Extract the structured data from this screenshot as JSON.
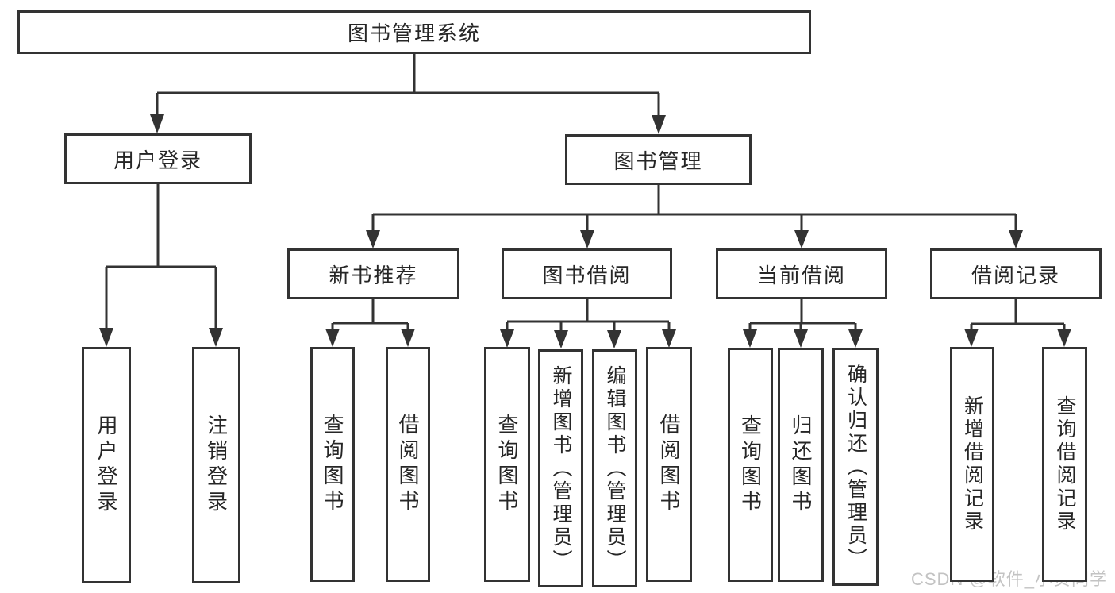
{
  "watermark": "CSDN @软件_小贺同学",
  "colors": {
    "line": "#333333",
    "text": "#262626",
    "box_background": "#ffffff",
    "watermark": "#c3c3c3"
  },
  "tree": {
    "root": {
      "label": "图书管理系统"
    },
    "branches": [
      {
        "label": "用户登录",
        "children": [
          {
            "label": "用户登录"
          },
          {
            "label": "注销登录"
          }
        ]
      },
      {
        "label": "图书管理",
        "children": [
          {
            "label": "新书推荐",
            "children": [
              {
                "label": "查询图书"
              },
              {
                "label": "借阅图书"
              }
            ]
          },
          {
            "label": "图书借阅",
            "children": [
              {
                "label": "查询图书"
              },
              {
                "label": "新增图书（管理员）"
              },
              {
                "label": "编辑图书（管理员）"
              },
              {
                "label": "借阅图书"
              }
            ]
          },
          {
            "label": "当前借阅",
            "children": [
              {
                "label": "查询图书"
              },
              {
                "label": "归还图书"
              },
              {
                "label": "确认归还（管理员）"
              }
            ]
          },
          {
            "label": "借阅记录",
            "children": [
              {
                "label": "新增借阅记录"
              },
              {
                "label": "查询借阅记录"
              }
            ]
          }
        ]
      }
    ]
  }
}
